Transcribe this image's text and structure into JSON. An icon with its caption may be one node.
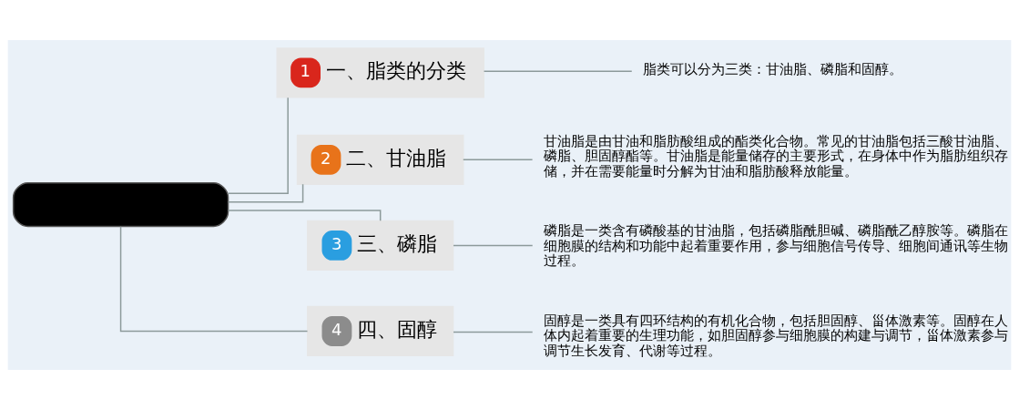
{
  "diagram": {
    "nodes": [
      {
        "text": [],
        "shape": "box"
      },
      {
        "text": [
          "1",
          "一、脂类的分类"
        ]
      },
      {
        "text": [
          "2",
          "二、甘油脂"
        ]
      },
      {
        "text": [
          "3",
          "三、磷脂"
        ]
      },
      {
        "text": [
          "4",
          "四、固醇"
        ]
      },
      {
        "text": [
          "脂类可以分为三类：甘油脂、磷脂和固醇。"
        ]
      },
      {
        "text": [
          "甘油脂是由甘油和脂肪酸组成的酯类化合物。常见的甘油脂包括三酸甘油脂、磷脂、胆固醇酯等。甘油脂是能量储存的主要形式，在身体中作为脂肪组织存储，并在需要能量时分解为甘油和脂肪酸释放能量。"
        ]
      },
      {
        "text": [
          "磷脂是一类含有磷酸基的甘油脂，包括磷脂酰胆碱、磷脂酰乙醇胺等。磷脂在细胞膜的结构和功能中起着重要作用，参与细胞信号传导、细胞间通讯等生物过程。"
        ]
      },
      {
        "text": [
          "固醇是一类具有四环结构的有机化合物，包括胆固醇、甾体激素等。固醇在人体内起着重要的生理功能，如胆固醇参与细胞膜的构建与调节，甾体激素参与调节生长发育、代谢等过程。"
        ]
      }
    ],
    "edges": [
      {
        "from": 0,
        "to": 1,
        "arrow": "none"
      },
      {
        "from": 0,
        "to": 2,
        "arrow": "none"
      },
      {
        "from": 0,
        "to": 3,
        "arrow": "none"
      },
      {
        "from": 0,
        "to": 4,
        "arrow": "none"
      },
      {
        "from": 1,
        "to": 5,
        "arrow": "none"
      },
      {
        "from": 2,
        "to": 6,
        "arrow": "none"
      },
      {
        "from": 3,
        "to": 7,
        "arrow": "none"
      },
      {
        "from": 4,
        "to": 8,
        "arrow": "none"
      }
    ]
  }
}
